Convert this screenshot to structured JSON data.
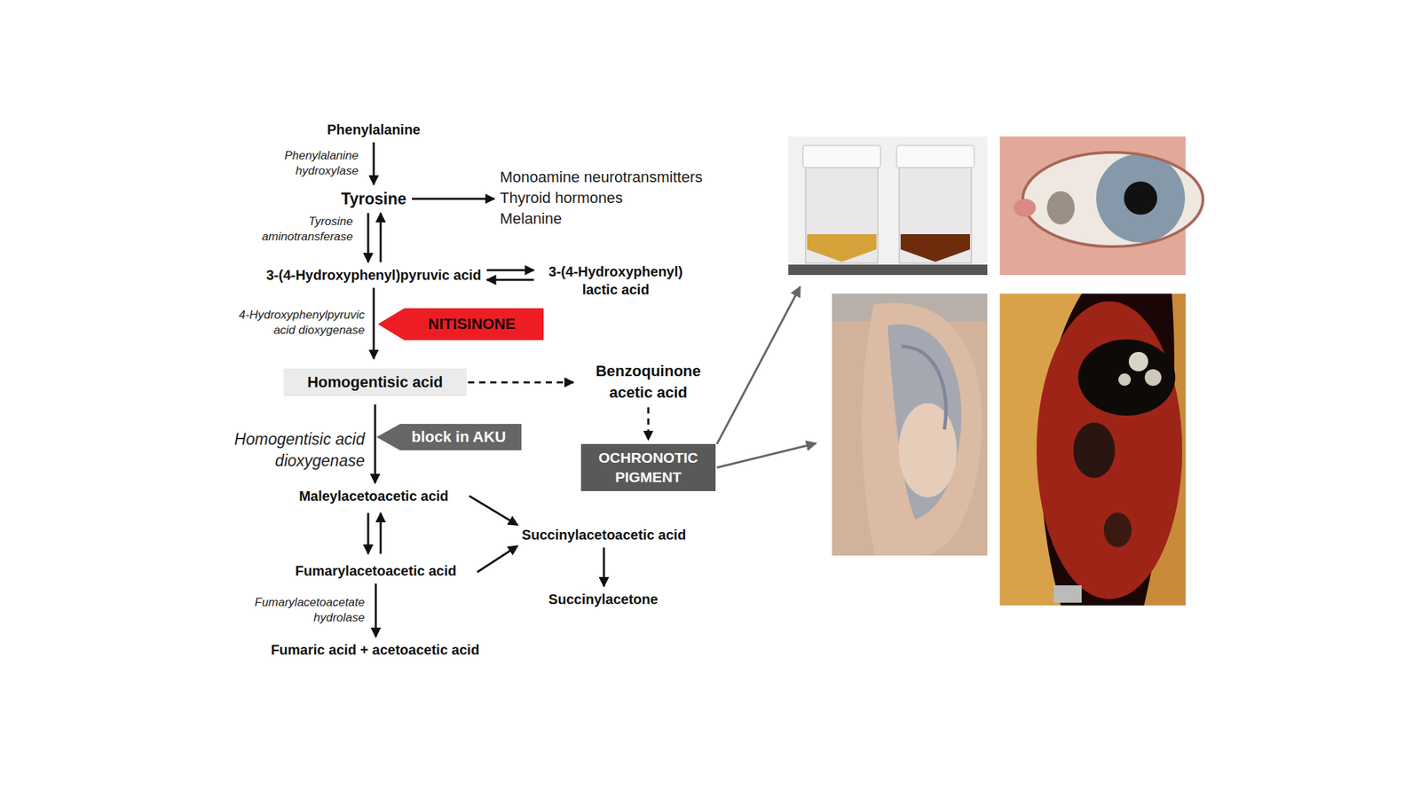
{
  "diagram": {
    "nodes": [
      {
        "text": [
          "Phenylalanine"
        ]
      },
      {
        "text": [
          "Tyrosine"
        ]
      },
      {
        "text": [
          "Monoamine neurotransmitters",
          "Thyroid hormones",
          "Melanine"
        ]
      },
      {
        "text": [
          "3-(4-Hydroxyphenyl)pyruvic acid"
        ]
      },
      {
        "text": [
          "3-(4-Hydroxyphenyl) lactic acid"
        ]
      },
      {
        "text": [
          "NITISINONE"
        ]
      },
      {
        "text": [
          "Homogentisic acid"
        ]
      },
      {
        "text": [
          "Benzoquinone acetic acid"
        ]
      },
      {
        "text": [
          "block in AKU"
        ]
      },
      {
        "text": [
          "OCHRONOTIC PIGMENT"
        ]
      },
      {
        "text": [
          "Maleylacetoacetic acid"
        ]
      },
      {
        "text": [
          "Succinylacetoacetic acid"
        ]
      },
      {
        "text": [
          "Fumarylacetoacetic acid"
        ]
      },
      {
        "text": [
          "Succinylacetone"
        ]
      },
      {
        "text": [
          "Fumaric acid + acetoacetic acid"
        ]
      }
    ],
    "edges": [
      {
        "from": 0,
        "to": 1,
        "arrow": "to",
        "label": "Phenylalanine hydroxylase"
      },
      {
        "from": 1,
        "to": 3,
        "arrow": "both",
        "label": "Tyrosine aminotransferase"
      },
      {
        "from": 1,
        "to": 2,
        "arrow": "to"
      },
      {
        "from": 3,
        "to": 4,
        "arrow": "both"
      },
      {
        "from": 3,
        "to": 6,
        "arrow": "to",
        "label": "4-Hydroxyphenylpyruvic acid dioxygenase"
      },
      {
        "from": 6,
        "to": 7,
        "arrow": "to"
      },
      {
        "from": 7,
        "to": 9,
        "arrow": "to"
      },
      {
        "from": 6,
        "to": 10,
        "arrow": "to",
        "label": "Homogentisic acid dioxygenase"
      },
      {
        "from": 10,
        "to": 12,
        "arrow": "both"
      },
      {
        "from": 10,
        "to": 11,
        "arrow": "to"
      },
      {
        "from": 12,
        "to": 11,
        "arrow": "to"
      },
      {
        "from": 11,
        "to": 13,
        "arrow": "to"
      },
      {
        "from": 12,
        "to": 14,
        "arrow": "to",
        "label": "Fumarylacetoacetate hydrolase"
      }
    ]
  }
}
